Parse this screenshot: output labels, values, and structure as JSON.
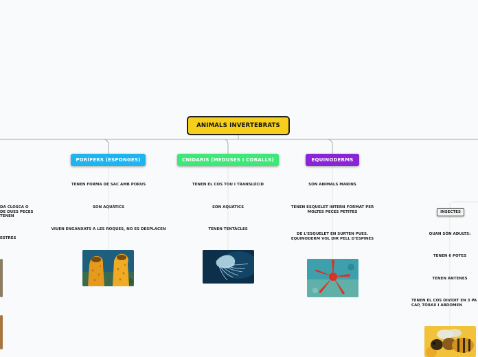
{
  "root": {
    "label": "ANIMALS INVERTEBRATS"
  },
  "categories": {
    "porifers": {
      "label": "PORÍFERS (ESPONGES)",
      "color": "#1eb4f0",
      "facts": [
        "TENEN FORMA DE SAC AMB PORUS",
        "SON AQUÀTICS",
        "VIUEN ENGANXATS A LES ROQUES, NO ES DESPLACEN"
      ],
      "image": "orange-sponges-photo"
    },
    "cnidaris": {
      "label": "CNIDARIS (MEDUSES I CORALLS)",
      "color": "#3ee878",
      "facts": [
        "TENEN EL COS TOU I TRANSLÚCID",
        "SON AQUÀTICS",
        "TENEN TENTÀCLES"
      ],
      "image": "jellyfish-photo"
    },
    "equinoderms": {
      "label": "EQUINODERMS",
      "color": "#8a24d8",
      "facts": [
        "SON ANIMALS MARINS",
        "TENEN ESQUELET INTERN FORMAT PER MOLTES PECES PETITES",
        "DE L'ESQUELET EN SURTEN PUES. EQUINODERM VOL DIR PELL D'ESPINES"
      ],
      "image": "red-starfish-photo"
    }
  },
  "left_fragments": {
    "text1": "DA CLOSCA O\nDE DUES PECES\nTENEN",
    "text2": "ESTRES"
  },
  "insectes": {
    "label": "INSECTES",
    "facts": [
      "QUAN SÓN ADULTS:",
      "TENEN 6 POTES",
      "TENEN ANTENES",
      "TENEN EL COS DIVIDIT EN 3 PA\nCAP, TÒRAX I ABDOMEN"
    ],
    "image": "bee-photo"
  }
}
